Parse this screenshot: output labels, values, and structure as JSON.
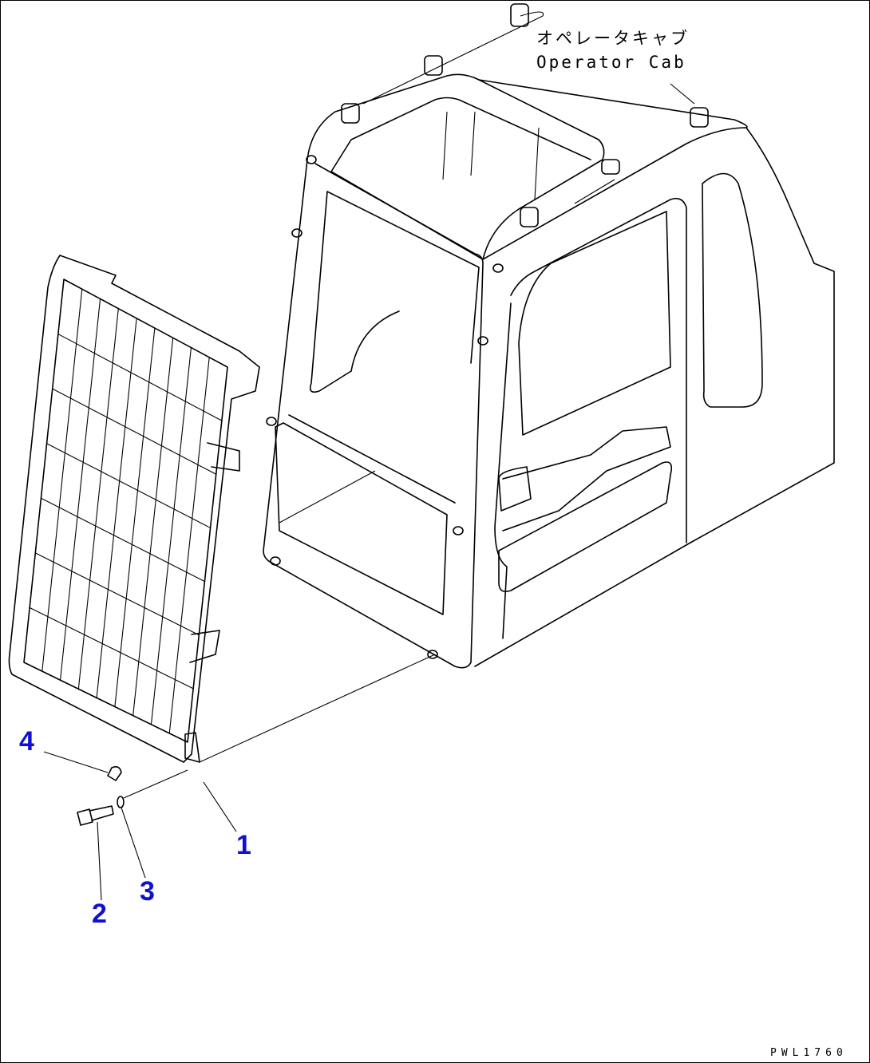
{
  "assembly": {
    "label_jp": "オペレータキャブ",
    "label_en": "Operator Cab"
  },
  "callouts": [
    {
      "number": "1",
      "part": "bracket"
    },
    {
      "number": "2",
      "part": "bolt"
    },
    {
      "number": "3",
      "part": "washer"
    },
    {
      "number": "4",
      "part": "cap"
    }
  ],
  "drawing_code": "PWL1760",
  "colors": {
    "callout": "#1010d0",
    "line": "#000000"
  }
}
